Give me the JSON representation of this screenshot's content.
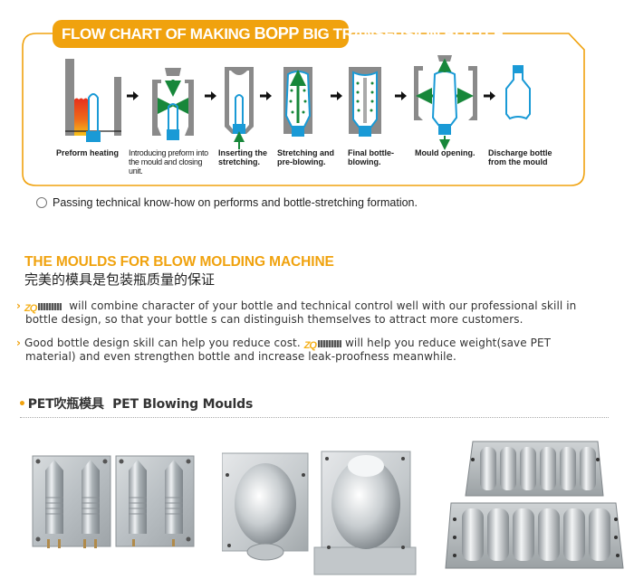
{
  "flow_chart": {
    "title_prefix": "FLOW CHART OF MAKING ",
    "title_brand": "BOPP",
    "title_suffix": " BIG TRANSFUSION BOTTLE",
    "steps": [
      {
        "label_line1": "Preform heating",
        "label_line2": "",
        "label_line3": ""
      },
      {
        "label_line1": "Introducing preform into",
        "label_line2": "the mould and closing",
        "label_line3": "unit."
      },
      {
        "label_line1": "Inserting the",
        "label_line2": "stretching.",
        "label_line3": ""
      },
      {
        "label_line1": "Stretching and",
        "label_line2": "pre-blowing.",
        "label_line3": ""
      },
      {
        "label_line1": "Final bottle-",
        "label_line2": "blowing.",
        "label_line3": ""
      },
      {
        "label_line1": "Mould opening.",
        "label_line2": "",
        "label_line3": ""
      },
      {
        "label_line1": "Discharge bottle",
        "label_line2": "from the mould",
        "label_line3": ""
      }
    ],
    "colors": {
      "frame": "#f0a20e",
      "mould": "#8a8a8a",
      "preform": "#1a9ad6",
      "arrow_green": "#17873a",
      "heat_red": "#e8331c",
      "heat_yellow": "#f7c21a"
    }
  },
  "know_how": {
    "text": "Passing technical know-how on performs and bottle-stretching formation."
  },
  "moulds": {
    "title": "THE MOULDS FOR BLOW MOLDING MACHINE",
    "subtitle": "完美的模具是包装瓶质量的保证",
    "logo_text": "ZQ",
    "bullets": [
      {
        "line1": "will combine character of your bottle and technical control well with our professional skill in",
        "line2": "bottle design, so that your bottle s can distinguish themselves to attract more customers."
      },
      {
        "line1_before": "Good bottle design skill can help you reduce cost.",
        "line1_after": "will help you reduce weight(save PET",
        "line2": "material) and even strengthen bottle and increase leak-proofness meanwhile."
      }
    ]
  },
  "pet_section": {
    "heading_cn": "PET吹瓶模具",
    "heading_en": "PET Blowing Moulds",
    "photos": [
      {
        "name": "two-cavity-bottle-mould-photo"
      },
      {
        "name": "large-bottle-mould-halves-photo"
      },
      {
        "name": "six-cavity-preform-mould-photo"
      }
    ]
  }
}
